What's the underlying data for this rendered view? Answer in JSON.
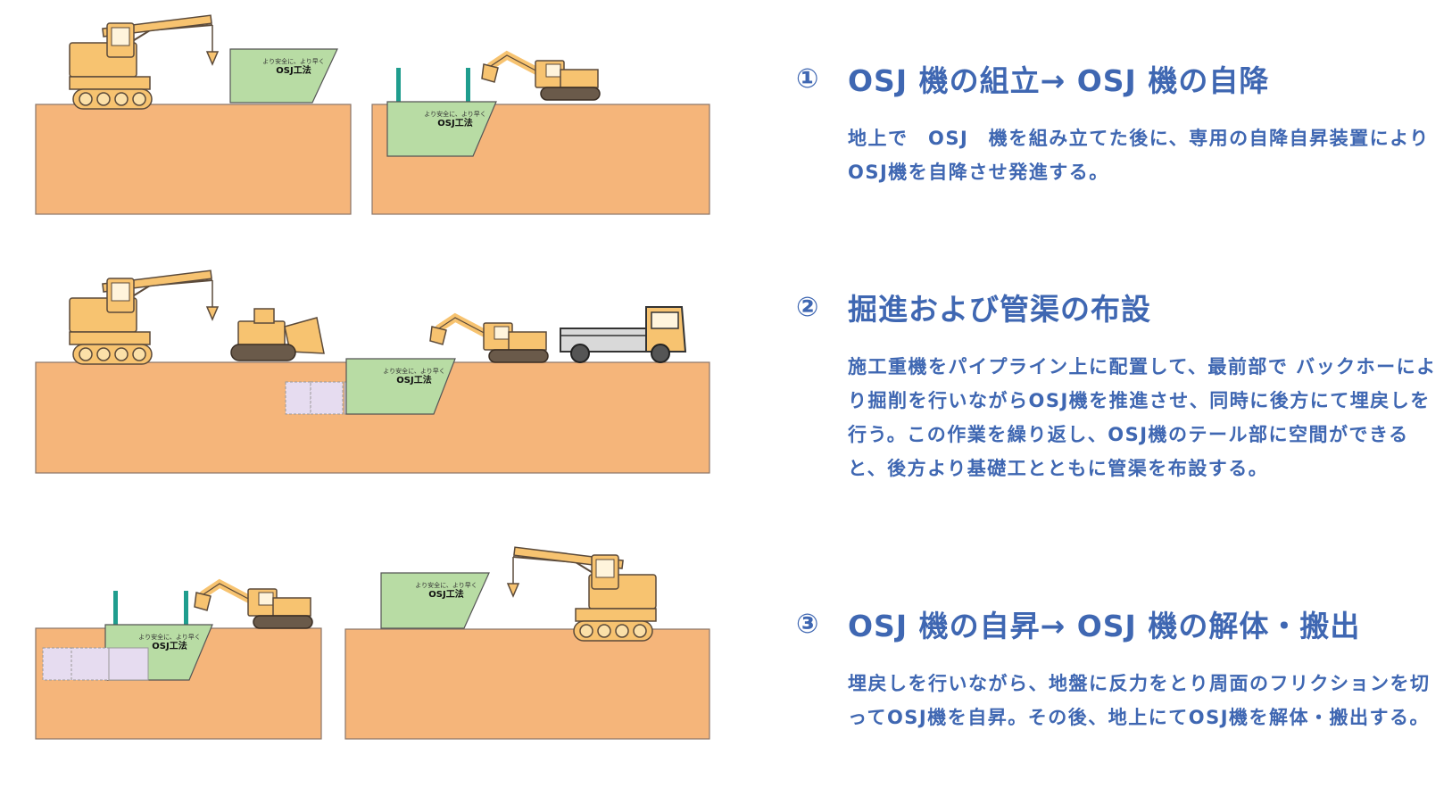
{
  "colors": {
    "ground": "#f5b57a",
    "ground_stroke": "#8a7468",
    "osj_box": "#b8dca4",
    "machine_yellow": "#f7c370",
    "pipe": "#e6dcf0",
    "post": "#1f9d8e",
    "text_blue": "#3f67b2"
  },
  "osj_label": {
    "sub": "より安全に、より早く",
    "main": "OSJ工法"
  },
  "steps": [
    {
      "num": "①",
      "title": "OSJ 機の組立→ OSJ 機の自降",
      "body": "地上で　OSJ　機を組み立てた後に、専用の自降自昇装置によりOSJ機を自降させ発進する。"
    },
    {
      "num": "②",
      "title": "掘進および管渠の布設",
      "body": "施工重機をパイプライン上に配置して、最前部で バックホーにより掘削を行いながらOSJ機を推進させ、同時に後方にて埋戻しを行う。この作業を繰り返し、OSJ機のテール部に空間ができると、後方より基礎工とともに管渠を布設する。"
    },
    {
      "num": "③",
      "title": "OSJ 機の自昇→ OSJ 機の解体・搬出",
      "body": "埋戻しを行いながら、地盤に反力をとり周面のフリクションを切ってOSJ機を自昇。その後、地上にてOSJ機を解体・搬出する。"
    }
  ]
}
